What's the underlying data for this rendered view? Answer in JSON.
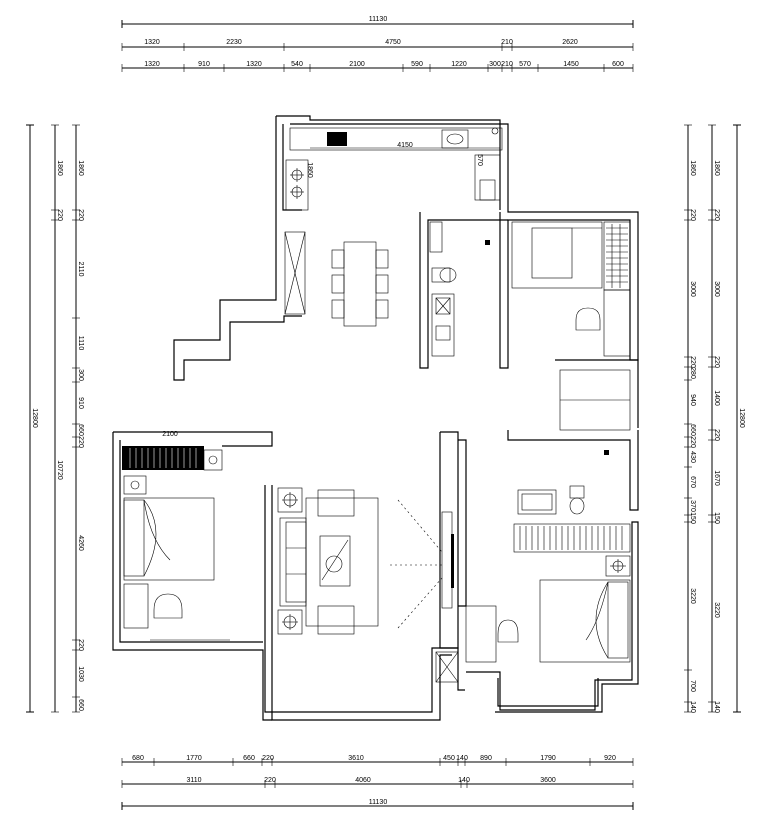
{
  "dimensions": {
    "top_total": "11130",
    "top_row1": [
      "1320",
      "2230",
      "4750",
      "210",
      "2620"
    ],
    "top_row2": [
      "1320",
      "910",
      "1320",
      "540",
      "2100",
      "590",
      "1220",
      "300",
      "210",
      "570",
      "1450",
      "600"
    ],
    "bottom_row1": [
      "680",
      "1770",
      "660",
      "220",
      "3610",
      "450",
      "140",
      "890",
      "1790",
      "920"
    ],
    "bottom_row2": [
      "3110",
      "220",
      "4060",
      "140",
      "3600"
    ],
    "bottom_total": "11130",
    "left_total": "12800",
    "left_sub": "10720",
    "left_col": [
      "1860",
      "220",
      "2110",
      "1110",
      "300",
      "910",
      "660",
      "220",
      "4260",
      "220",
      "1030",
      "660"
    ],
    "left_col2": [
      "1860",
      "220"
    ],
    "right_total": "12800",
    "right_col1": [
      "1860",
      "220",
      "3000",
      "220",
      "280",
      "940",
      "660",
      "220",
      "430",
      "670",
      "370",
      "150",
      "3220",
      "700",
      "140"
    ],
    "right_col2": [
      "1860",
      "220",
      "3000",
      "220",
      "1400",
      "220",
      "1670",
      "150",
      "3220",
      "140"
    ]
  },
  "annotations": {
    "kitchen_len": "4150",
    "bedroom_len": "2100",
    "cabinet_a": "570",
    "cabinet_b": "1860"
  }
}
